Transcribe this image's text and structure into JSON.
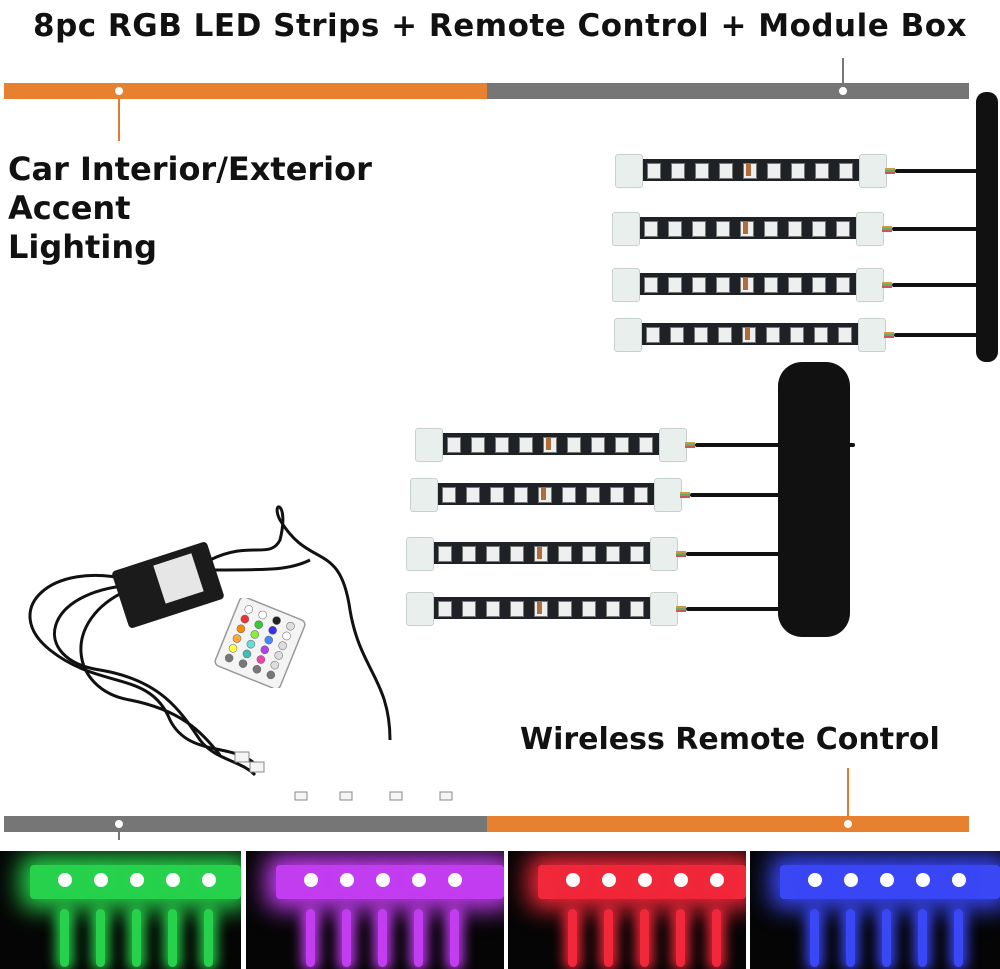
{
  "title": "8pc RGB LED Strips + Remote Control + Module Box",
  "callouts": {
    "lighting_line1": "Car Interior/Exterior",
    "lighting_line2": "Accent",
    "lighting_line3": "Lighting",
    "remote": "Wireless Remote Control"
  },
  "colors": {
    "accent_orange": "#e8812f",
    "neutral_gray": "#767676"
  },
  "strip_count": 8,
  "glow_panels": [
    {
      "name": "green",
      "color": "#27d14c"
    },
    {
      "name": "purple",
      "color": "#c23df0"
    },
    {
      "name": "red",
      "color": "#f0283a"
    },
    {
      "name": "blue",
      "color": "#3a47f5"
    }
  ]
}
